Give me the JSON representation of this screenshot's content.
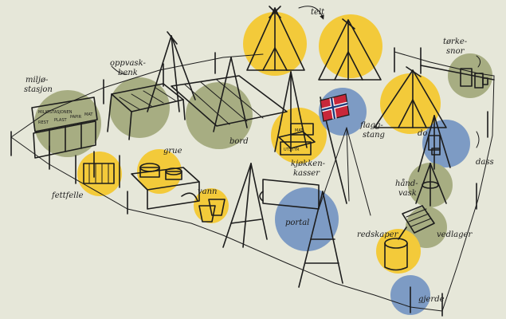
{
  "labels": {
    "telt": "telt",
    "torke_snor_1": "tørke-",
    "torke_snor_2": "snor",
    "oppvaskbenk_1": "oppvask-",
    "oppvaskbenk_2": "benk",
    "miljostasjon_1": "miljø-",
    "miljostasjon_2": "stasjon",
    "bord": "bord",
    "flaggstang_1": "flagg-",
    "flaggstang_2": "stang",
    "kjokkenkasser_1": "kjøkken-",
    "kjokkenkasser_2": "kasser",
    "grue": "grue",
    "do": "do",
    "dass": "dass",
    "fettfelle": "fettfelle",
    "vann": "vann",
    "portal": "portal",
    "handvask_1": "hånd-",
    "handvask_2": "vask",
    "redskaper": "redskaper",
    "vedlager": "vedlager",
    "gjerde": "gjerde"
  },
  "sign": {
    "title": "MILJØSTASJONEN",
    "bins": [
      "REST",
      "PLAST",
      "PAPIR",
      "MAT"
    ]
  },
  "boxes": [
    "MAT",
    "UTSTYR"
  ],
  "colors": {
    "background": "#e6e7d9",
    "yellow": "#f3ca3a",
    "olive": "#a7ad82",
    "blue": "#7d9bc4",
    "ink": "#1c1c1c",
    "flag_red": "#c8283a",
    "flag_blue": "#1f3b7a"
  },
  "icons": [
    "tent-icon",
    "flag-icon",
    "pot-icon",
    "bucket-icon",
    "log-stump-icon",
    "tripod-icon"
  ]
}
